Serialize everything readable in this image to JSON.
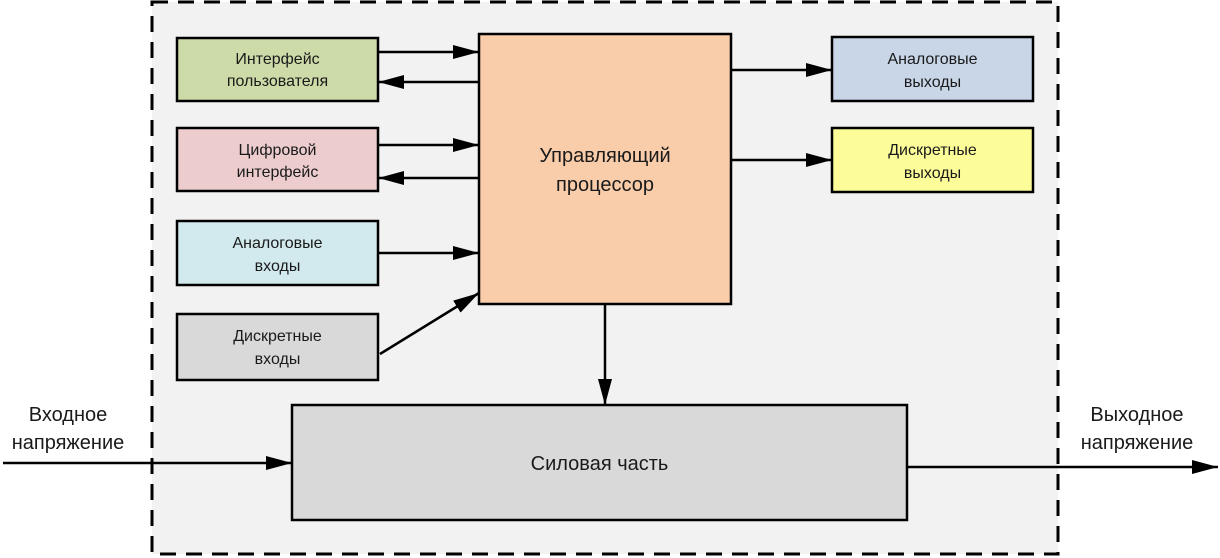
{
  "colors": {
    "container_bg": "#f2f2f2",
    "user_interface": "#cddba9",
    "digital_interface": "#eccccc",
    "analog_inputs": "#d2e9ee",
    "discrete_inputs": "#d9d9d9",
    "processor": "#f9ccaa",
    "analog_outputs": "#c9d6e7",
    "discrete_outputs": "#fcfc99",
    "power_stage": "#d9d9d9",
    "stroke": "#000000"
  },
  "blocks": {
    "user_interface": [
      "Интерфейс",
      "пользователя"
    ],
    "digital_interface": [
      "Цифровой",
      "интерфейс"
    ],
    "analog_inputs": [
      "Аналоговые",
      "входы"
    ],
    "discrete_inputs": [
      "Дискретные",
      "входы"
    ],
    "processor": [
      "Управляющий",
      "процессор"
    ],
    "analog_outputs": [
      "Аналоговые",
      "выходы"
    ],
    "discrete_outputs": [
      "Дискретные",
      "выходы"
    ],
    "power_stage": [
      "Силовая часть"
    ]
  },
  "external": {
    "input_voltage": [
      "Входное",
      "напряжение"
    ],
    "output_voltage": [
      "Выходное",
      "напряжение"
    ]
  }
}
